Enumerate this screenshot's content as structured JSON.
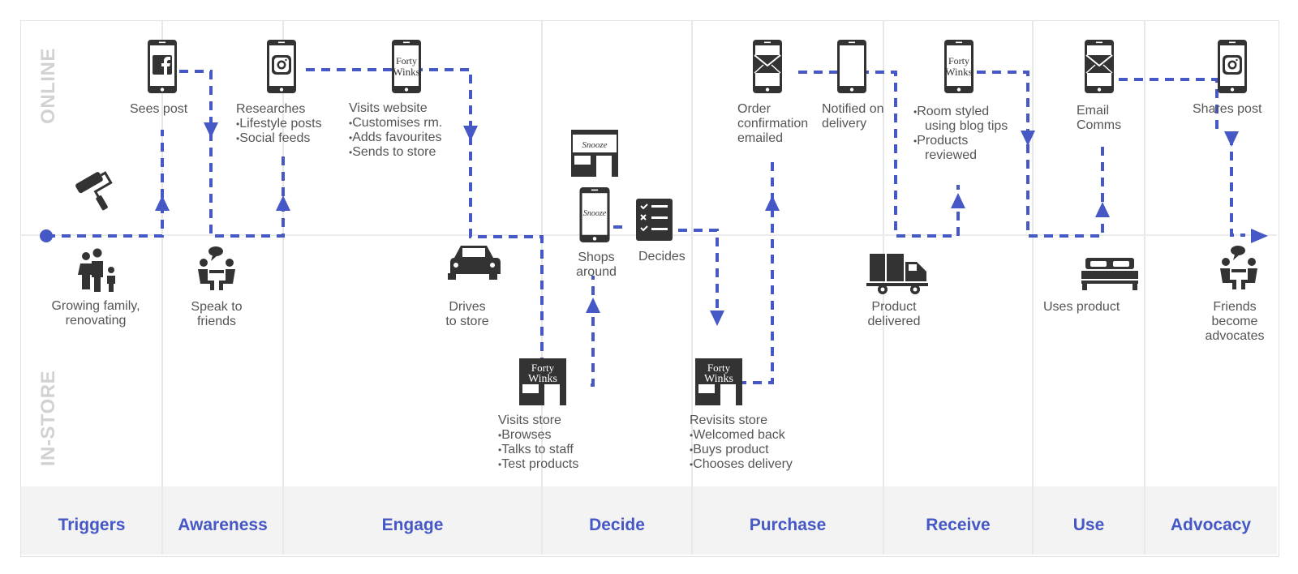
{
  "lanes": {
    "online": "ONLINE",
    "instore": "IN-STORE"
  },
  "stages": [
    "Triggers",
    "Awareness",
    "Engage",
    "Decide",
    "Purchase",
    "Receive",
    "Use",
    "Advocacy"
  ],
  "colors": {
    "accent": "#4558c5",
    "icon": "#333333",
    "lane_label": "#d2d2d2",
    "footer_bg": "#f3f3f3"
  },
  "steps": {
    "growing_family": {
      "lines": [
        "Growing family,",
        "renovating"
      ],
      "icon": "family-icon"
    },
    "sees_post": {
      "title": "Sees post",
      "icon": "facebook-phone-icon"
    },
    "speak_friends": {
      "lines": [
        "Speak to",
        "friends"
      ],
      "icon": "people-talking-icon"
    },
    "researches": {
      "title": "Researches",
      "bullets": [
        "Lifestyle posts",
        "Social feeds"
      ],
      "icon": "instagram-phone-icon"
    },
    "visits_website": {
      "title": "Visits website",
      "bullets": [
        "Customises rm.",
        "Adds favourites",
        "Sends to store"
      ],
      "icon": "fortywinks-phone-icon"
    },
    "drives": {
      "lines": [
        "Drives",
        "to store"
      ],
      "icon": "car-icon"
    },
    "visits_store": {
      "title": "Visits store",
      "bullets": [
        "Browses",
        "Talks to staff",
        "Test products"
      ],
      "icon": "fortywinks-store-icon"
    },
    "shops_around": {
      "lines": [
        "Shops",
        "around"
      ],
      "icon": "competitor-phone-icon"
    },
    "decides": {
      "title": "Decides",
      "icon": "checklist-icon"
    },
    "revisits_store": {
      "title": "Revisits store",
      "bullets": [
        "Welcomed back",
        "Buys product",
        "Chooses delivery"
      ],
      "icon": "fortywinks-store-icon"
    },
    "order_confirmation": {
      "lines": [
        "Order",
        "confirmation",
        "emailed"
      ],
      "icon": "email-phone-icon"
    },
    "notified": {
      "lines": [
        "Notified on",
        "delivery"
      ],
      "icon": "phone-icon"
    },
    "delivered": {
      "lines": [
        "Product",
        "delivered"
      ],
      "icon": "truck-icon"
    },
    "room_styled": {
      "bullets": [
        "Room styled using blog tips",
        "Products reviewed"
      ],
      "bullet_lines": [
        [
          "Room styled",
          "using blog tips"
        ],
        [
          "Products",
          "reviewed"
        ]
      ],
      "icon": "fortywinks-phone-icon"
    },
    "uses_product": {
      "title": "Uses product",
      "icon": "bed-icon"
    },
    "email_comms": {
      "lines": [
        "Email",
        "Comms"
      ],
      "icon": "email-phone-icon"
    },
    "shares_post": {
      "title": "Shares post",
      "icon": "instagram-phone-icon"
    },
    "advocates": {
      "lines": [
        "Friends",
        "become",
        "advocates"
      ],
      "icon": "people-talking-icon"
    }
  },
  "logo": {
    "brand_top": "Forty",
    "brand_bottom": "Winks",
    "competitor": "Snooze"
  }
}
